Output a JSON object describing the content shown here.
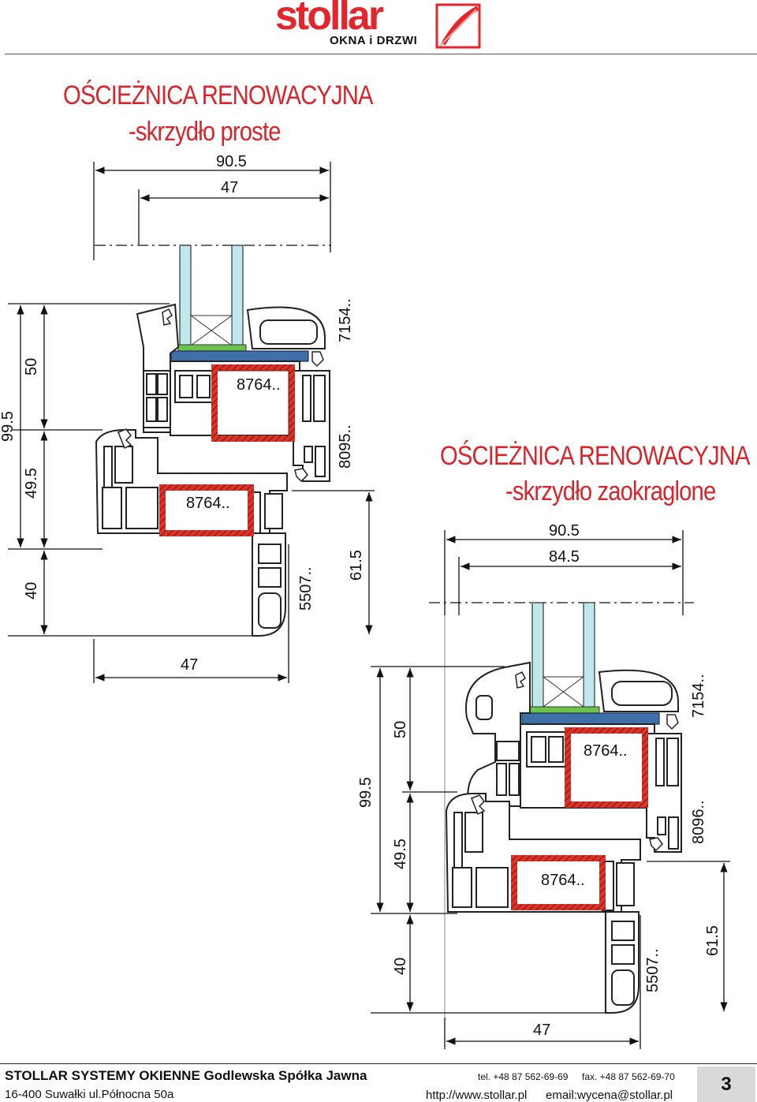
{
  "header": {
    "logo_name": "stollar",
    "logo_sub": "OKNA i DRZWI",
    "brand_color": "#e4262c"
  },
  "section1": {
    "title": "OŚCIEŻNICA RENOWACYJNA",
    "subtitle": "-skrzydło proste",
    "dims": {
      "top_outer": "90.5",
      "top_inner": "47",
      "left_total": "99.5",
      "left_upper": "50",
      "left_mid": "49.5",
      "left_lower": "40",
      "right_upper": "7154..",
      "right_mid": "8095..",
      "right_lower": "61.5",
      "part_lower": "5507..",
      "bottom": "47",
      "label_upper": "8764..",
      "label_lower": "8764.."
    }
  },
  "section2": {
    "title": "OŚCIEŻNICA RENOWACYJNA",
    "subtitle": "-skrzydło zaokraglone",
    "dims": {
      "top_outer": "90.5",
      "top_inner": "84.5",
      "left_total": "99.5",
      "left_upper": "50",
      "left_mid": "49.5",
      "left_lower": "40",
      "right_upper": "7154..",
      "right_mid": "8096..",
      "right_lower": "61.5",
      "part_lower": "5507..",
      "bottom": "47",
      "label_upper": "8764..",
      "label_lower": "8764.."
    }
  },
  "footer": {
    "company": "STOLLAR SYSTEMY OKIENNE Godlewska Spółka Jawna",
    "address": "16-400 Suwałki ul.Północna 50a",
    "tel": "tel. +48 87 562-69-69",
    "fax": "fax. +48 87 562-69-70",
    "web": "http://www.stollar.pl",
    "email": "email:wycena@stollar.pl",
    "page": "3"
  }
}
